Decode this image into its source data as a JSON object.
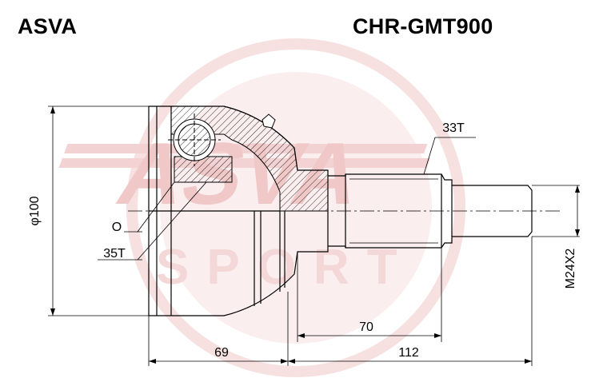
{
  "header": {
    "brand": "ASVA",
    "part_number": "CHR-GMT900"
  },
  "watermark": {
    "logo_text": "ASVA",
    "sub_text": "SPORT",
    "color": "#f2d2d2"
  },
  "dimensions": {
    "diameter": "φ100",
    "thread_right": "M24X2",
    "outer_splines": "33T",
    "inner_splines": "35T",
    "o_ring": "O",
    "shaft_length": "70",
    "overall_length": "112",
    "housing_length": "69"
  },
  "colors": {
    "line": "#000000",
    "background": "#ffffff",
    "watermark": "#f2d2d2"
  }
}
